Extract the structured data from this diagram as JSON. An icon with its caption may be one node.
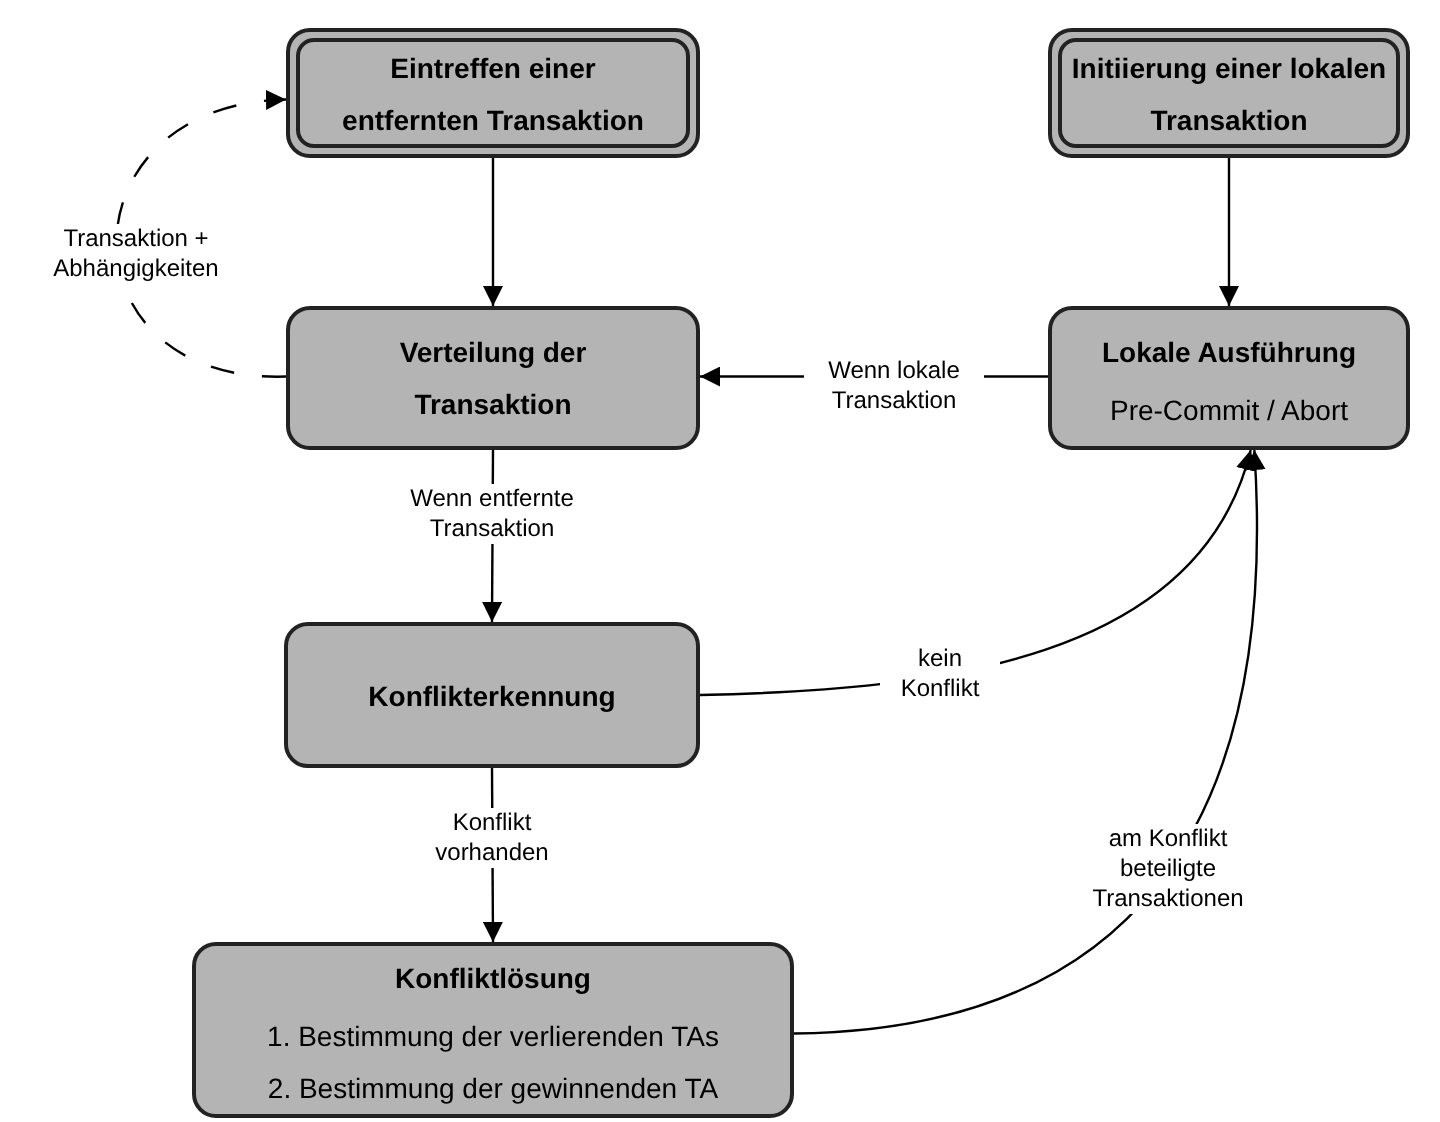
{
  "diagram": {
    "nodes": [
      {
        "text": [
          "Eintreffen einer entfernten Transaktion"
        ]
      },
      {
        "text": [
          "Initiierung einer lokalen Transaktion"
        ]
      },
      {
        "text": [
          "Verteilung der Transaktion"
        ]
      },
      {
        "text": [
          "Lokale Ausführung",
          "Pre-Commit / Abort"
        ]
      },
      {
        "text": [
          "Konflikterkennung"
        ]
      },
      {
        "text": [
          "Konfliktlösung",
          "1. Bestimmung der verlierenden TAs",
          "2. Bestimmung der gewinnenden TA"
        ]
      }
    ],
    "edges": [
      {
        "from": 0,
        "to": 2,
        "arrow": "to"
      },
      {
        "from": 1,
        "to": 3,
        "arrow": "to"
      },
      {
        "from": 3,
        "to": 2,
        "arrow": "to",
        "label": "Wenn lokale Transaktion"
      },
      {
        "from": 2,
        "to": 4,
        "arrow": "to",
        "label": "Wenn entfernte Transaktion"
      },
      {
        "from": 4,
        "to": 3,
        "arrow": "to",
        "label": "kein Konflikt"
      },
      {
        "from": 4,
        "to": 5,
        "arrow": "to",
        "label": "Konflikt vorhanden"
      },
      {
        "from": 5,
        "to": 3,
        "arrow": "to",
        "label": "am Konflikt beteiligte Transaktionen"
      },
      {
        "from": 2,
        "to": 0,
        "arrow": "to",
        "label": "Transaktion + Abhängigkeiten",
        "style": "dashed"
      }
    ]
  }
}
